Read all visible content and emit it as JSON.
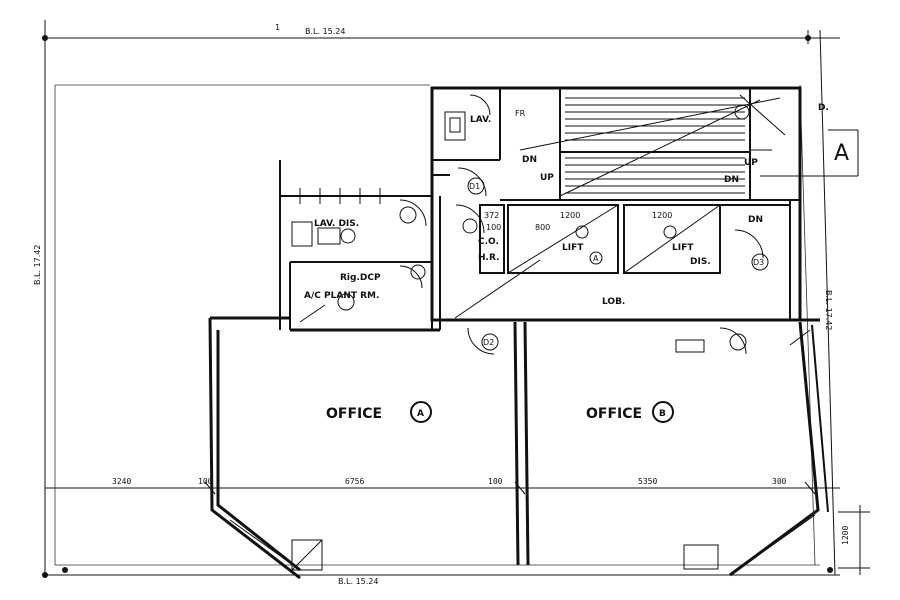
{
  "dimensions": {
    "top": "B.L. 15.24",
    "bottom": "B.L. 15.24",
    "left": "B.L. 17.42",
    "right": "B.L. 17.42",
    "top_mark": "1",
    "dim_3240": "3240",
    "dim_100a": "100",
    "dim_6756": "6756",
    "dim_100b": "100",
    "dim_5350": "5350",
    "dim_300": "300",
    "dim_1200": "1200"
  },
  "rooms": {
    "lav_top": "LAV.",
    "lav_dis": "LAV. DIS.",
    "rig_dcp": "Rig.DCP",
    "ac_plant": "A/C PLANT RM.",
    "lift_a": "LIFT",
    "lift_b": "LIFT",
    "lift_b_sub": "DIS.",
    "lobby": "LOB.",
    "office_a": "OFFICE",
    "office_b": "OFFICE",
    "co": "C.O.",
    "hr": "H.R.",
    "lift_w1": "1200",
    "lift_w2": "1200",
    "dim_372": "372",
    "dim_100": "100",
    "dim_800": "800"
  },
  "stairs": {
    "dn_left": "DN",
    "up_left": "UP",
    "up_right": "UP",
    "dn_right": "DN",
    "dn_far": "DN"
  },
  "tags": {
    "office_a_tag": "A",
    "office_b_tag": "B",
    "lift_a_tag": "A",
    "fire_tag": "FR"
  },
  "section": {
    "marker": "A",
    "d_label": "D."
  },
  "door_tags": {
    "d1": "D1",
    "d2": "D2",
    "d3": "D3"
  }
}
